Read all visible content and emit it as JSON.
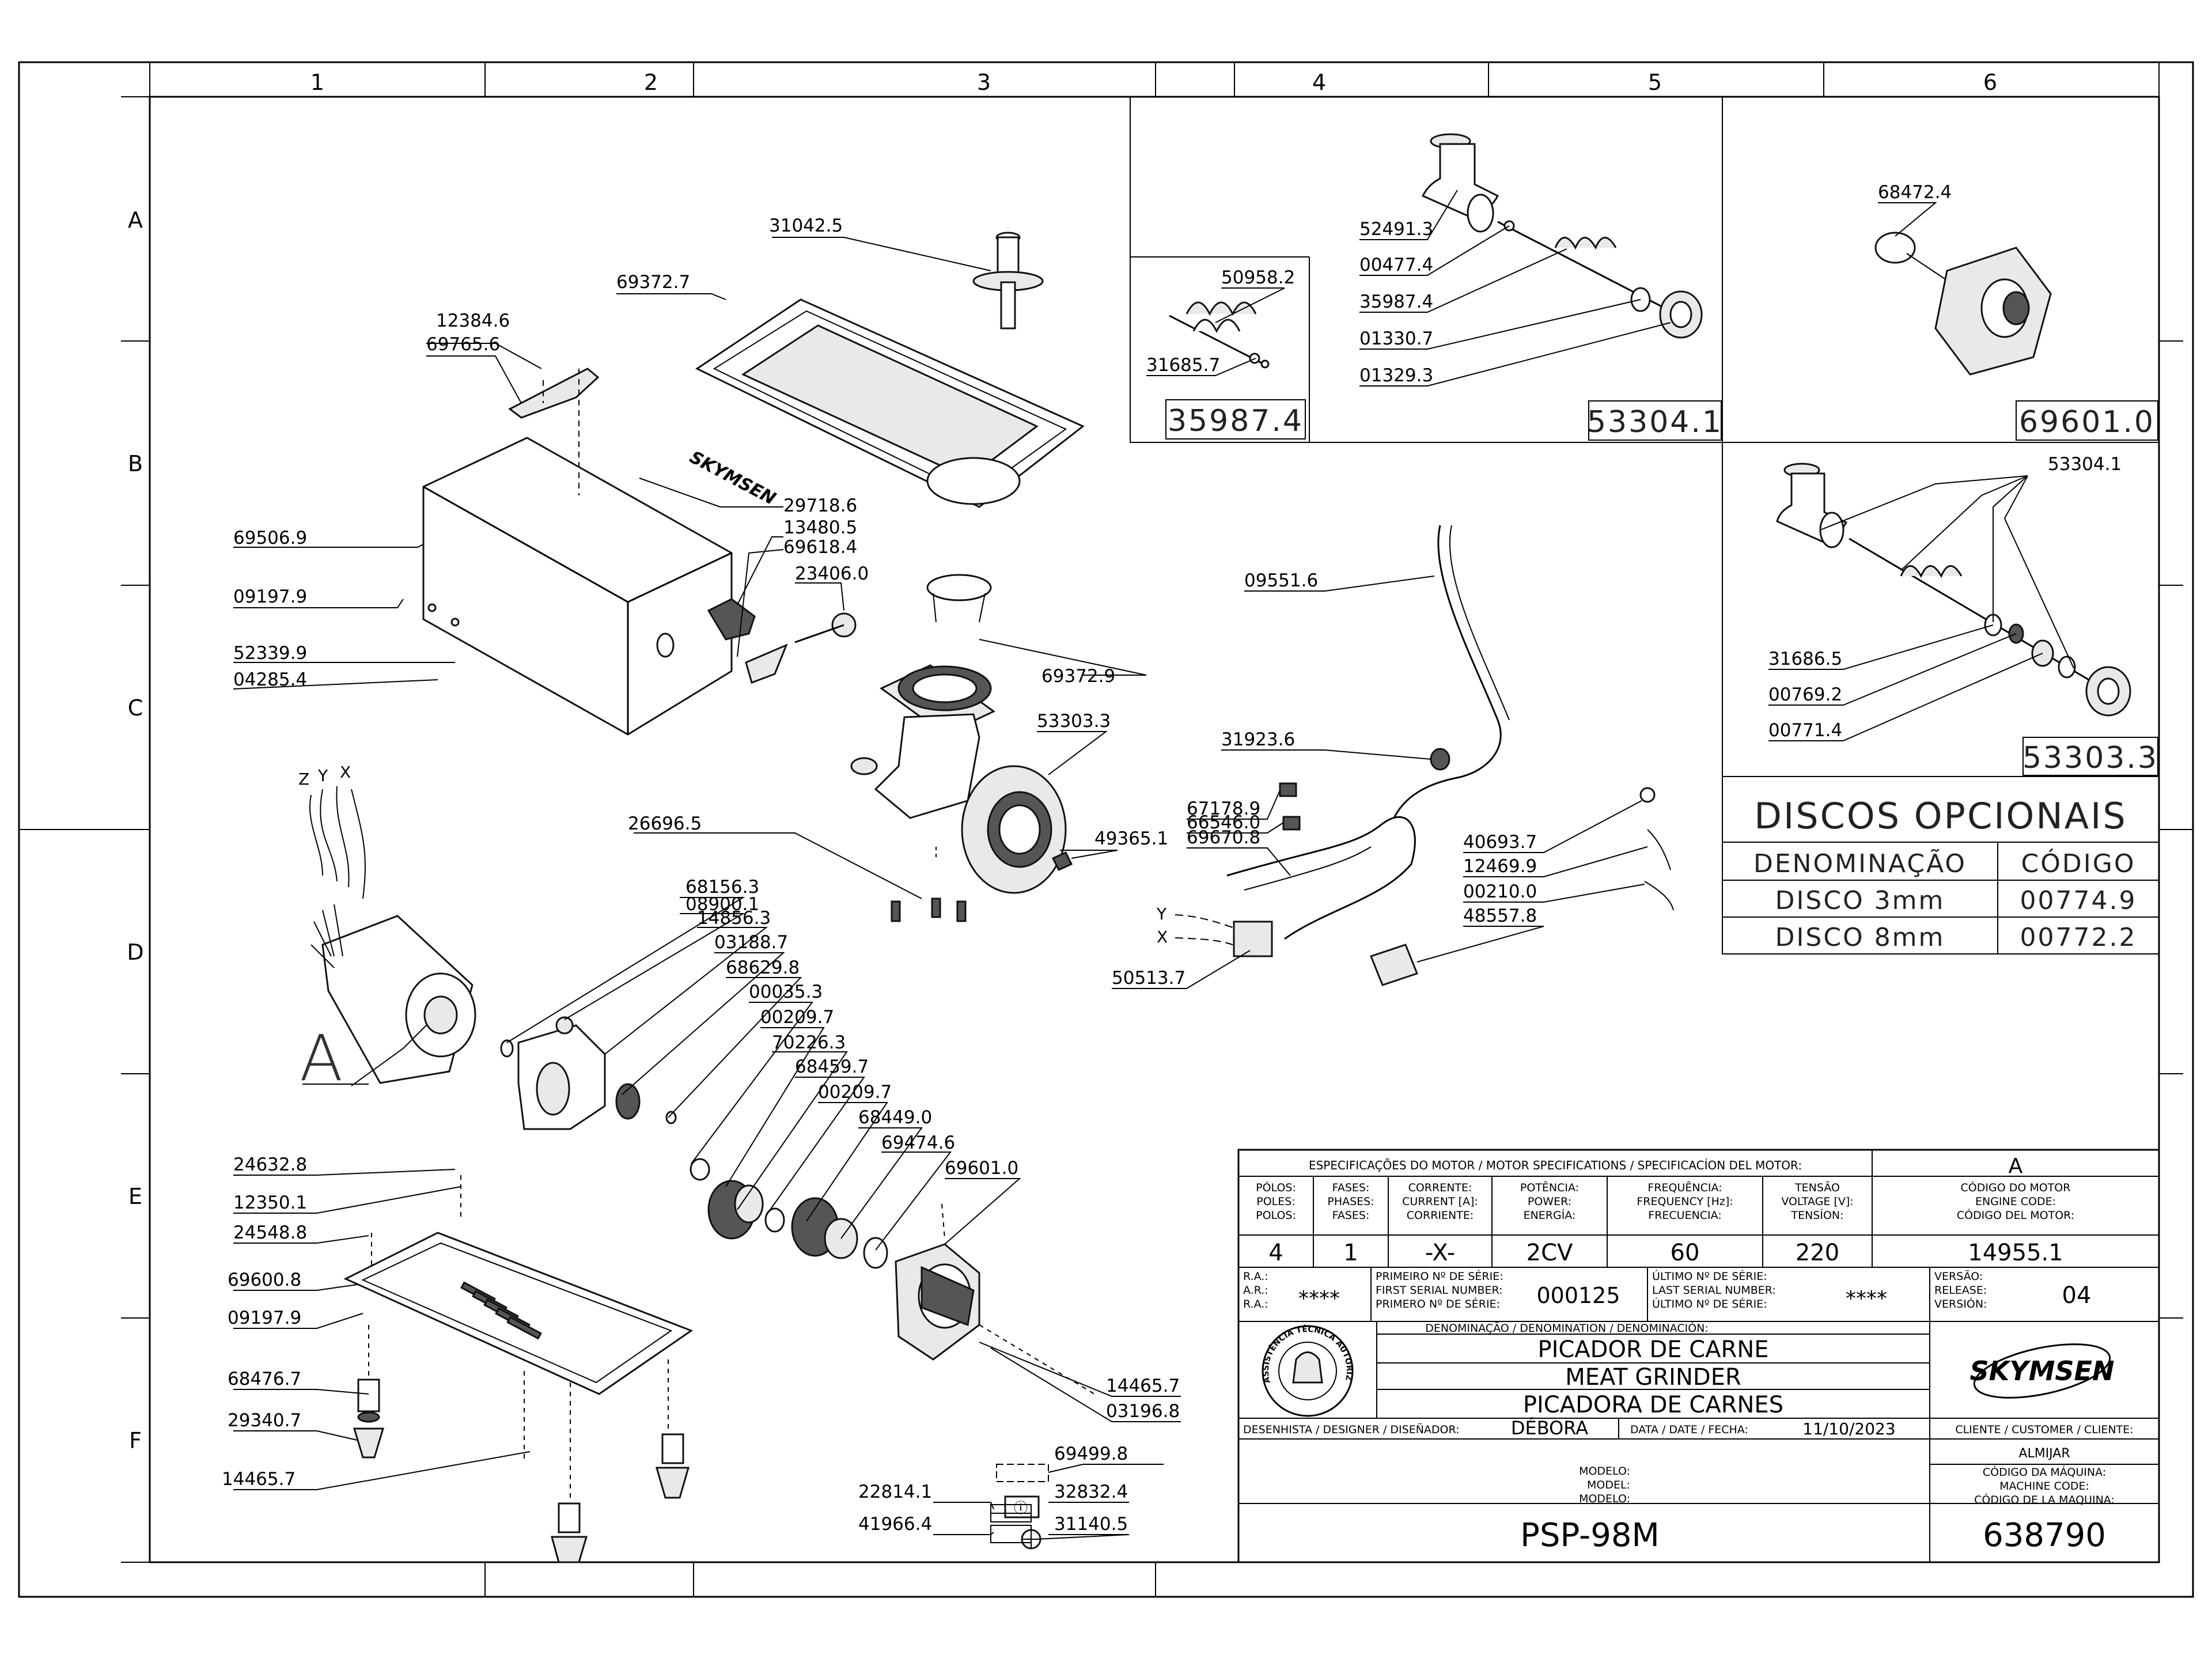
{
  "grid": {
    "columns": [
      "1",
      "2",
      "3",
      "4",
      "5",
      "6"
    ],
    "rows": [
      "A",
      "B",
      "C",
      "D",
      "E",
      "F"
    ]
  },
  "part_labels": [
    {
      "id": "p31042_5",
      "text": "31042.5"
    },
    {
      "id": "p69372_7",
      "text": "69372.7"
    },
    {
      "id": "p12384_6",
      "text": "12384.6"
    },
    {
      "id": "p69765_6",
      "text": "69765.6"
    },
    {
      "id": "p29718_6",
      "text": "29718.6"
    },
    {
      "id": "p69506_9",
      "text": "69506.9"
    },
    {
      "id": "p13480_5",
      "text": "13480.5"
    },
    {
      "id": "p69618_4",
      "text": "69618.4"
    },
    {
      "id": "p23406_0",
      "text": "23406.0"
    },
    {
      "id": "p09197_9a",
      "text": "09197.9"
    },
    {
      "id": "p69372_9",
      "text": "69372.9"
    },
    {
      "id": "p52339_9",
      "text": "52339.9"
    },
    {
      "id": "p04285_4",
      "text": "04285.4"
    },
    {
      "id": "p53303_3",
      "text": "53303.3"
    },
    {
      "id": "p26696_5",
      "text": "26696.5"
    },
    {
      "id": "p49365_1",
      "text": "49365.1"
    },
    {
      "id": "p68156_3",
      "text": "68156.3"
    },
    {
      "id": "p08900_1",
      "text": "08900.1"
    },
    {
      "id": "p14856_3",
      "text": "14856.3"
    },
    {
      "id": "p03188_7",
      "text": "03188.7"
    },
    {
      "id": "p68629_8",
      "text": "68629.8"
    },
    {
      "id": "p00035_3",
      "text": "00035.3"
    },
    {
      "id": "p00209_7a",
      "text": "00209.7"
    },
    {
      "id": "p70226_3",
      "text": "70226.3"
    },
    {
      "id": "p68459_7",
      "text": "68459.7"
    },
    {
      "id": "p00209_7b",
      "text": "00209.7"
    },
    {
      "id": "p68449_0",
      "text": "68449.0"
    },
    {
      "id": "p69474_6",
      "text": "69474.6"
    },
    {
      "id": "p69601_0",
      "text": "69601.0"
    },
    {
      "id": "p24632_8",
      "text": "24632.8"
    },
    {
      "id": "p12350_1",
      "text": "12350.1"
    },
    {
      "id": "p24548_8",
      "text": "24548.8"
    },
    {
      "id": "p69600_8",
      "text": "69600.8"
    },
    {
      "id": "p09197_9b",
      "text": "09197.9"
    },
    {
      "id": "p68476_7",
      "text": "68476.7"
    },
    {
      "id": "p29340_7",
      "text": "29340.7"
    },
    {
      "id": "p14465_7a",
      "text": "14465.7"
    },
    {
      "id": "p14465_7b",
      "text": "14465.7"
    },
    {
      "id": "p03196_8",
      "text": "03196.8"
    },
    {
      "id": "p69499_8",
      "text": "69499.8"
    },
    {
      "id": "p22814_1",
      "text": "22814.1"
    },
    {
      "id": "p32832_4",
      "text": "32832.4"
    },
    {
      "id": "p41966_4",
      "text": "41966.4"
    },
    {
      "id": "p31140_5",
      "text": "31140.5"
    },
    {
      "id": "p09551_6",
      "text": "09551.6"
    },
    {
      "id": "p31923_6",
      "text": "31923.6"
    },
    {
      "id": "p67178_9",
      "text": "67178.9"
    },
    {
      "id": "p66546_0",
      "text": "66546.0"
    },
    {
      "id": "p69670_8",
      "text": "69670.8"
    },
    {
      "id": "p40693_7",
      "text": "40693.7"
    },
    {
      "id": "p12469_9",
      "text": "12469.9"
    },
    {
      "id": "p00210_0",
      "text": "00210.0"
    },
    {
      "id": "p48557_8",
      "text": "48557.8"
    },
    {
      "id": "p50513_7",
      "text": "50513.7"
    },
    {
      "id": "p50958_2",
      "text": "50958.2"
    },
    {
      "id": "p31685_7",
      "text": "31685.7"
    },
    {
      "id": "p52491_3",
      "text": "52491.3"
    },
    {
      "id": "p00477_4",
      "text": "00477.4"
    },
    {
      "id": "p35987_4",
      "text": "35987.4"
    },
    {
      "id": "p01330_7",
      "text": "01330.7"
    },
    {
      "id": "p01329_3",
      "text": "01329.3"
    },
    {
      "id": "p68472_4",
      "text": "68472.4"
    },
    {
      "id": "p53304_1",
      "text": "53304.1"
    },
    {
      "id": "p31686_5",
      "text": "31686.5"
    },
    {
      "id": "p00769_2",
      "text": "00769.2"
    },
    {
      "id": "p00771_4",
      "text": "00771.4"
    }
  ],
  "wire_letters": {
    "z": "Z",
    "y": "Y",
    "x": "X",
    "cy": "Y",
    "cx": "X"
  },
  "view_marker": "A",
  "brand_mark": "SKYMSEN",
  "detail_boxes": {
    "b1": "35987.4",
    "b2": "53304.1",
    "b3": "69601.0",
    "b4": "53303.3"
  },
  "optional_discs": {
    "title": "DISCOS OPCIONAIS",
    "col_name": "DENOMINAÇÃO",
    "col_code": "CÓDIGO",
    "rows": [
      {
        "name": "DISCO 3mm",
        "code": "00774.9"
      },
      {
        "name": "DISCO 8mm",
        "code": "00772.2"
      }
    ]
  },
  "title_block": {
    "motor_spec_header": "ESPECIFICAÇÕES DO MOTOR / MOTOR SPECIFICATIONS / SPECIFICACÍON DEL MOTOR:",
    "spec_label": "A",
    "poles_h": [
      "PÓLOS:",
      "POLES:",
      "POLOS:"
    ],
    "phases_h": [
      "FASES:",
      "PHASES:",
      "FASES:"
    ],
    "current_h": [
      "CORRENTE:",
      "CURRENT [A]:",
      "CORRIENTE:"
    ],
    "power_h": [
      "POTÊNCIA:",
      "POWER:",
      "ENERGÍA:"
    ],
    "freq_h": [
      "FREQUÊNCIA:",
      "FREQUENCY [Hz]:",
      "FRECUENCIA:"
    ],
    "voltage_h": [
      "TENSÃO",
      "VOLTAGE [V]:",
      "TENSÍON:"
    ],
    "engine_h": [
      "CÓDIGO DO MOTOR",
      "ENGINE CODE:",
      "CÓDIGO DEL MOTOR:"
    ],
    "poles": "4",
    "phases": "1",
    "current": "-X-",
    "power": "2CV",
    "frequency": "60",
    "voltage": "220",
    "engine_code": "14955.1",
    "ra_h": [
      "R.A.:",
      "A.R.:",
      "R.A.:"
    ],
    "ra_value": "****",
    "first_serial_h": [
      "PRIMEIRO Nº DE SÉRIE:",
      "FIRST SERIAL NUMBER:",
      "PRIMERO Nº DE SÉRIE:"
    ],
    "first_serial": "000125",
    "last_serial_h": [
      "ÚLTIMO Nº DE SÉRIE:",
      "LAST SERIAL NUMBER:",
      "ÚLTIMO Nº DE SÉRIE:"
    ],
    "last_serial": "****",
    "version_h": [
      "VERSÃO:",
      "RELEASE:",
      "VERSIÓN:"
    ],
    "version": "04",
    "denomination_h": "DENOMINAÇÃO / DENOMINATION / DENOMINACIÓN:",
    "name_pt": "PICADOR DE CARNE",
    "name_en": "MEAT GRINDER",
    "name_es": "PICADORA DE CARNES",
    "stamp_text": "ASSISTÊNCIA TÉCNICA AUTORIZADA",
    "client_h": "CLIENTE / CUSTOMER / CLIENTE:",
    "client": "ALMIJAR",
    "designer_h": "DESENHISTA / DESIGNER / DISEÑADOR:",
    "designer": "DÉBORA",
    "date_h": "DATA / DATE / FECHA:",
    "date": "11/10/2023",
    "model_h": [
      "MODELO:",
      "MODEL:",
      "MODELO:"
    ],
    "machine_code_h": [
      "CÓDIGO DA MÁQUINA:",
      "MACHINE CODE:",
      "CÓDIGO DE LA MAQUINA:"
    ],
    "model": "PSP-98M",
    "machine_code": "638790"
  },
  "colors": {
    "line": "#000000",
    "paper": "#ffffff"
  }
}
